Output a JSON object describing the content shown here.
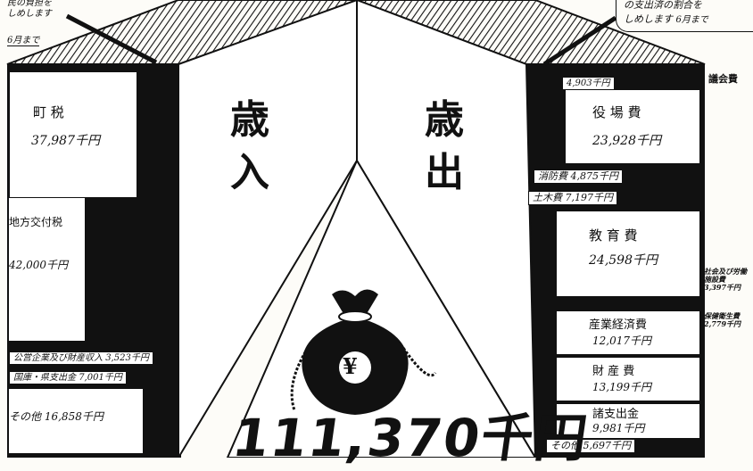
{
  "top_notes": {
    "left_line1": "民の負担を",
    "left_line2": "しめします",
    "left_period": "6月まで",
    "right_line1": "の支出済の割合を",
    "right_line2": "しめします",
    "right_period": "6月まで"
  },
  "revenue": {
    "heading": "歳入",
    "items": [
      {
        "label": "町 税",
        "amount": "37,987千円"
      },
      {
        "label": "地方交付税",
        "amount": "42,000千円"
      },
      {
        "label": "公営企業及び財産収入",
        "amount": "3,523千円"
      },
      {
        "label": "国庫・県支出金",
        "amount": "7,001千円"
      },
      {
        "label": "その他",
        "amount": "16,858千円"
      }
    ]
  },
  "expenditure": {
    "heading": "歳出",
    "items": [
      {
        "label": "議会費",
        "amount": "4,903千円"
      },
      {
        "label": "役 場 費",
        "amount": "23,928千円"
      },
      {
        "label": "消防費",
        "amount": "4,875千円"
      },
      {
        "label": "土木費",
        "amount": "7,197千円"
      },
      {
        "label": "教 育 費",
        "amount": "24,598千円"
      },
      {
        "label": "社会及び労働施設費",
        "amount": "3,397千円"
      },
      {
        "label": "保健衛生費",
        "amount": "2,779千円"
      },
      {
        "label": "産業経済費",
        "amount": "12,017千円"
      },
      {
        "label": "財 産 費",
        "amount": "13,199千円"
      },
      {
        "label": "諸支出金",
        "amount": "9,981千円"
      },
      {
        "label": "その他",
        "amount": "5,697千円"
      }
    ]
  },
  "total": "111,370千円",
  "bag_symbol": "¥",
  "colors": {
    "ink": "#111111",
    "paper": "#fdfcf8"
  }
}
